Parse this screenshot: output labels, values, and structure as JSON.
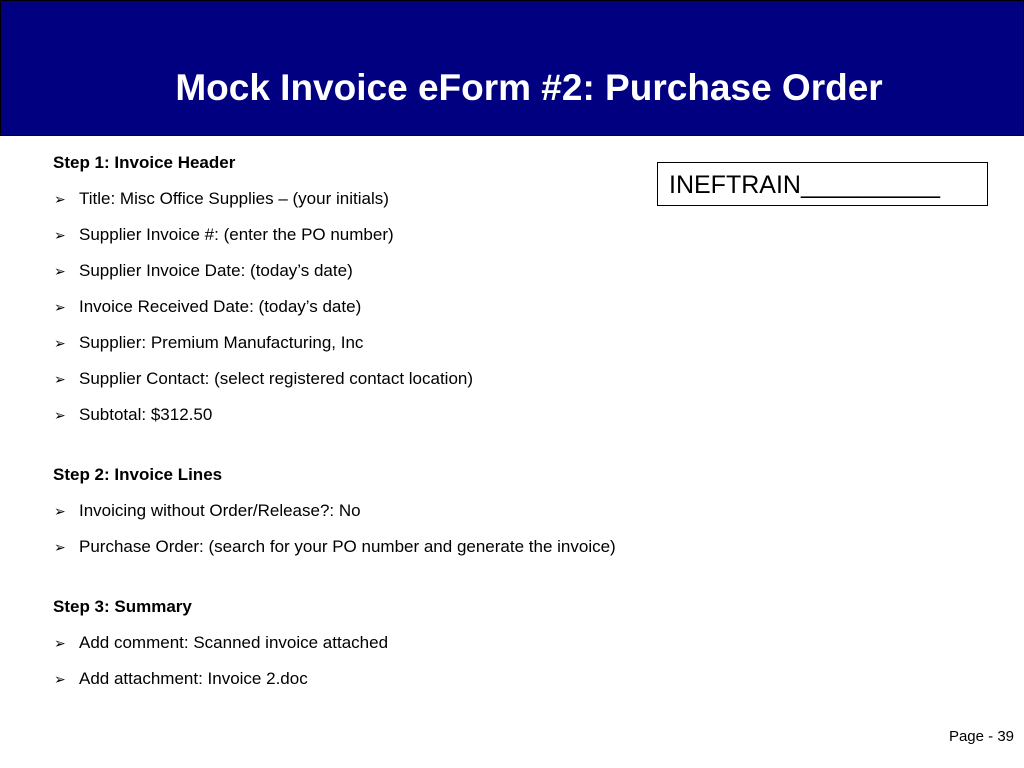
{
  "colors": {
    "banner_background": "#000080",
    "banner_text": "#ffffff",
    "body_text": "#000000"
  },
  "header": {
    "title": "Mock Invoice eForm #2: Purchase Order"
  },
  "code_box": {
    "text": "INEFTRAIN__________"
  },
  "bullet_icon": "arrowhead-bullet-icon",
  "sections": [
    {
      "heading": "Step 1: Invoice Header",
      "items": [
        "Title: Misc Office Supplies – (your initials)",
        "Supplier Invoice #: (enter the PO number)",
        "Supplier Invoice Date: (today’s date)",
        "Invoice Received Date: (today’s date)",
        "Supplier: Premium Manufacturing, Inc",
        "Supplier Contact: (select registered contact location)",
        "Subtotal: $312.50"
      ]
    },
    {
      "heading": "Step 2: Invoice Lines",
      "items": [
        "Invoicing without Order/Release?: No",
        "Purchase Order: (search for your PO number and generate the invoice)"
      ]
    },
    {
      "heading": "Step 3: Summary",
      "items": [
        "Add comment: Scanned invoice attached",
        "Add attachment: Invoice 2.doc"
      ]
    }
  ],
  "footer": {
    "page_label": "Page - 39"
  }
}
